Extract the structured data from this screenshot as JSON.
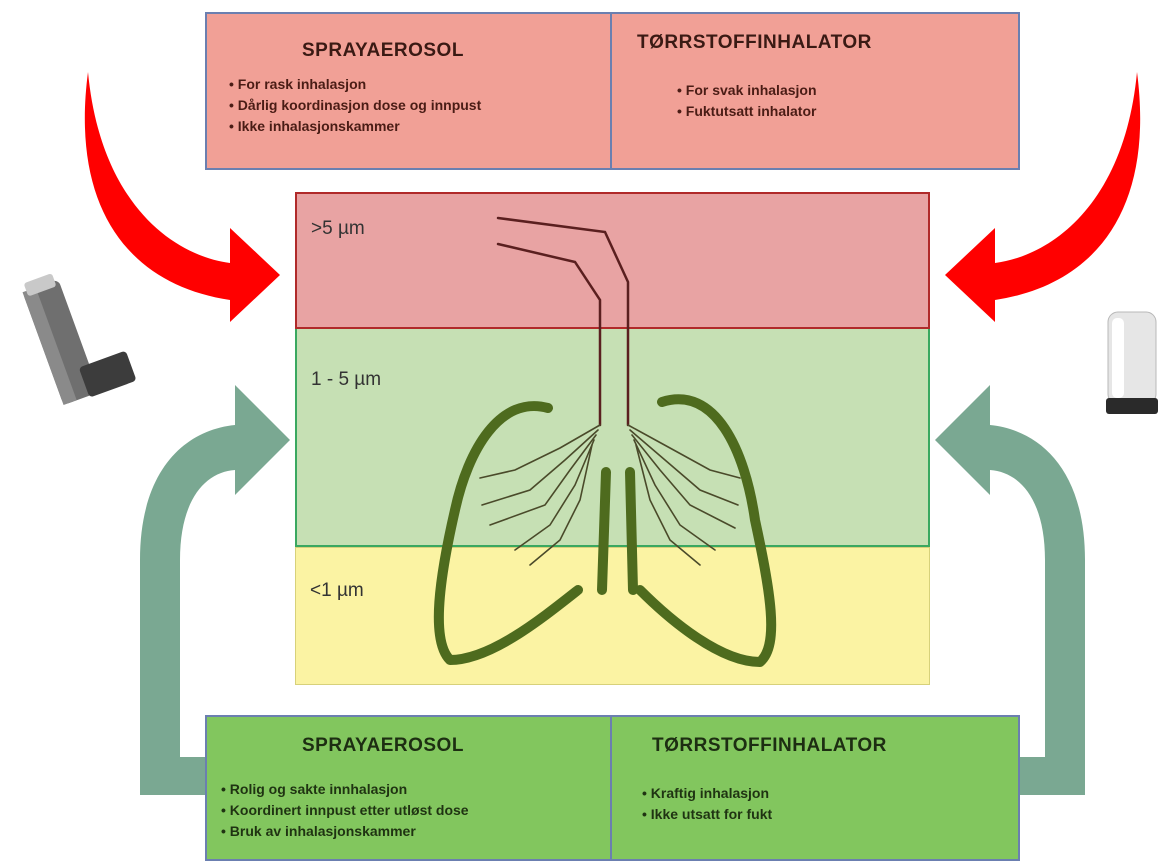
{
  "bad_technique": {
    "spray": {
      "title": "SPRAYAEROSOL",
      "items": [
        "For rask inhalasjon",
        "Dårlig koordinasjon dose og innpust",
        "Ikke inhalasjonskammer"
      ]
    },
    "dry": {
      "title": "TØRRSTOFFINHALATOR",
      "items": [
        "For svak inhalasjon",
        "Fuktutsatt inhalator"
      ]
    }
  },
  "good_technique": {
    "spray": {
      "title": "SPRAYAEROSOL",
      "items": [
        "Rolig og sakte innhalasjon",
        "Koordinert innpust etter utløst dose",
        "Bruk av inhalasjonskammer"
      ]
    },
    "dry": {
      "title": "TØRRSTOFFINHALATOR",
      "items": [
        "Kraftig inhalasjon",
        "Ikke utsatt for fukt"
      ]
    }
  },
  "zones": {
    "large": ">5 µm",
    "mid": "1 - 5 µm",
    "small": "<1 µm"
  },
  "colors": {
    "bad_panel": "#f1a096",
    "good_panel": "#82c65e",
    "bad_arrow": "#ff0000",
    "good_arrow": "#7aa892",
    "zone_large": "#e8a3a3",
    "zone_mid": "#c6e0b4",
    "zone_small": "#fbf3a3",
    "lung_outline": "#4e6b1e"
  },
  "icons": {
    "left_device": "metered-dose-inhaler-icon",
    "right_device": "dry-powder-inhaler-icon",
    "center": "lungs-airway-icon"
  }
}
